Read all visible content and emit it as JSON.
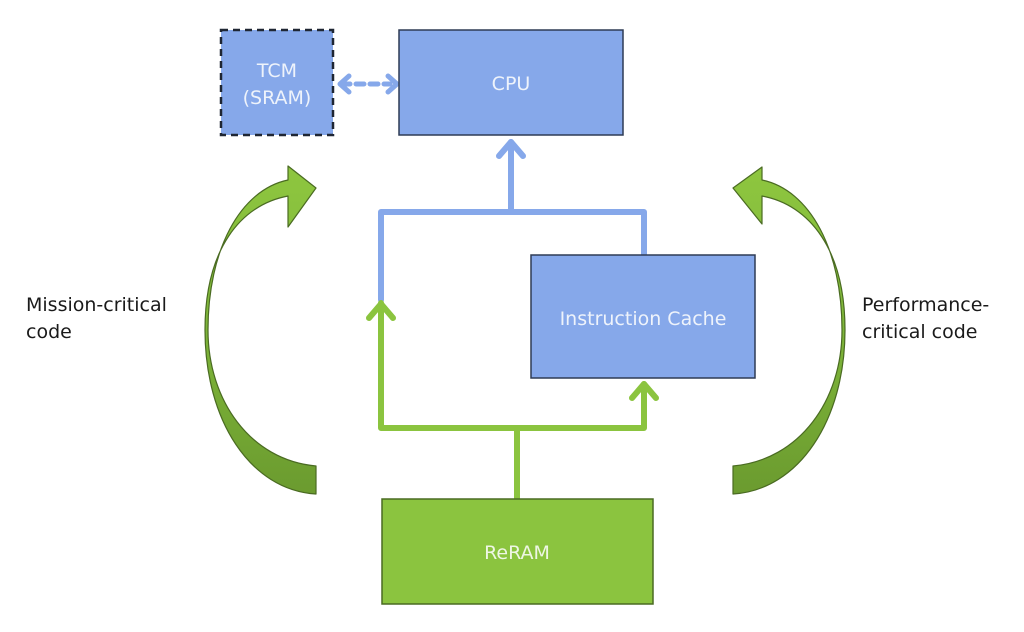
{
  "colors": {
    "blue_box": "#86a8ea",
    "blue_line": "#86a8ea",
    "green_box": "#8bc43f",
    "green_line": "#8bc43f",
    "curve_top": "#8ec63f",
    "curve_bottom": "#6b9b2f",
    "box_border": "#2f3b55",
    "green_border": "#4a6b22"
  },
  "nodes": {
    "tcm": {
      "line1": "TCM",
      "line2": "(SRAM)",
      "style": "dashed"
    },
    "cpu": {
      "label": "CPU"
    },
    "icache": {
      "label": "Instruction Cache"
    },
    "reram": {
      "label": "ReRAM"
    }
  },
  "labels": {
    "left_line1": "Mission-critical",
    "left_line2": "code",
    "right_line1": "Performance-",
    "right_line2": "critical code"
  },
  "edges": [
    {
      "from": "tcm",
      "to": "cpu",
      "type": "dashed-bidirectional"
    },
    {
      "from": "icache",
      "to": "cpu",
      "type": "solid"
    },
    {
      "from": "reram",
      "to": "cpu",
      "type": "solid",
      "note": "bypass path"
    },
    {
      "from": "reram",
      "to": "icache",
      "type": "solid"
    }
  ]
}
